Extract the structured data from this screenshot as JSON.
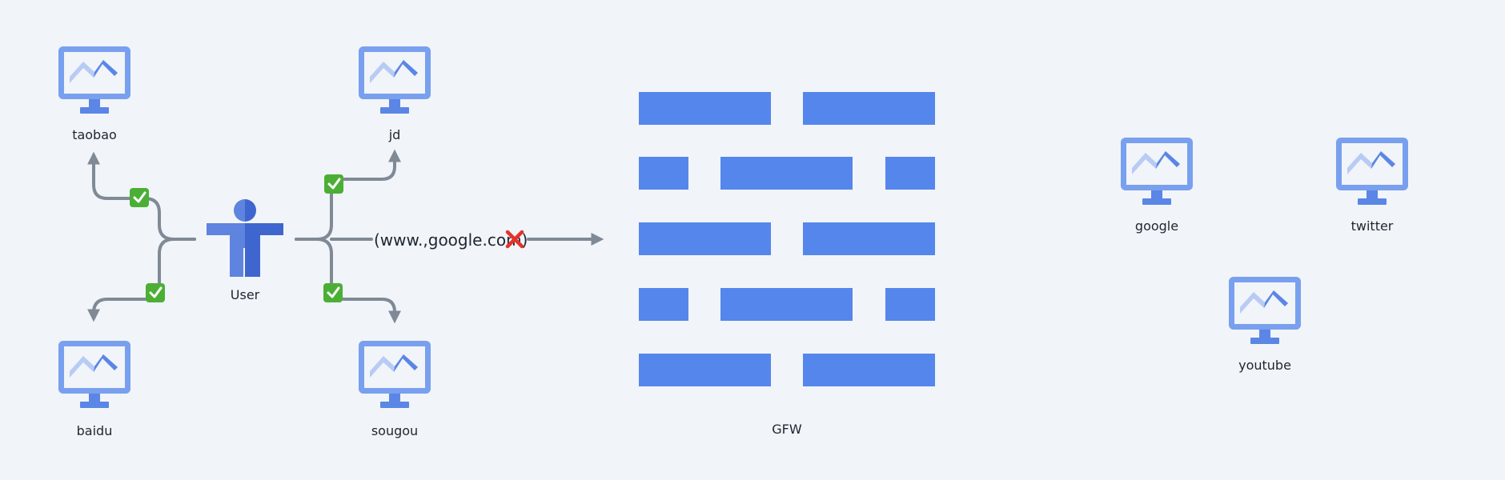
{
  "colors": {
    "background": "#f1f4f8",
    "monitor_frame": "#79a0ee",
    "monitor_screen": "#f1f4f8",
    "monitor_chart_light": "#b7cbf4",
    "monitor_chart_dark": "#5b86e6",
    "user_light": "#5f84df",
    "user_dark": "#3f66cf",
    "connector": "#7f8a96",
    "gfw_bar": "#5586ec",
    "check_green": "#4caf35",
    "cross_red": "#e5332b"
  },
  "user": {
    "label": "User",
    "icon": "person-icon"
  },
  "allowed_sites": [
    {
      "label": "taobao",
      "icon": "monitor-icon"
    },
    {
      "label": "jd",
      "icon": "monitor-icon"
    },
    {
      "label": "baidu",
      "icon": "monitor-icon"
    },
    {
      "label": "sougou",
      "icon": "monitor-icon"
    }
  ],
  "blocked_request": {
    "url": "(www.,google.com)",
    "status_icon": "cross-mark-icon"
  },
  "allowed_status_icon": "check-mark-icon",
  "firewall": {
    "label": "GFW",
    "rows": [
      [
        2,
        2
      ],
      [
        1,
        2,
        1
      ],
      [
        2,
        2
      ],
      [
        1,
        2,
        1
      ],
      [
        2,
        2
      ]
    ]
  },
  "blocked_sites": [
    {
      "label": "google",
      "icon": "monitor-icon"
    },
    {
      "label": "twitter",
      "icon": "monitor-icon"
    },
    {
      "label": "youtube",
      "icon": "monitor-icon"
    }
  ]
}
